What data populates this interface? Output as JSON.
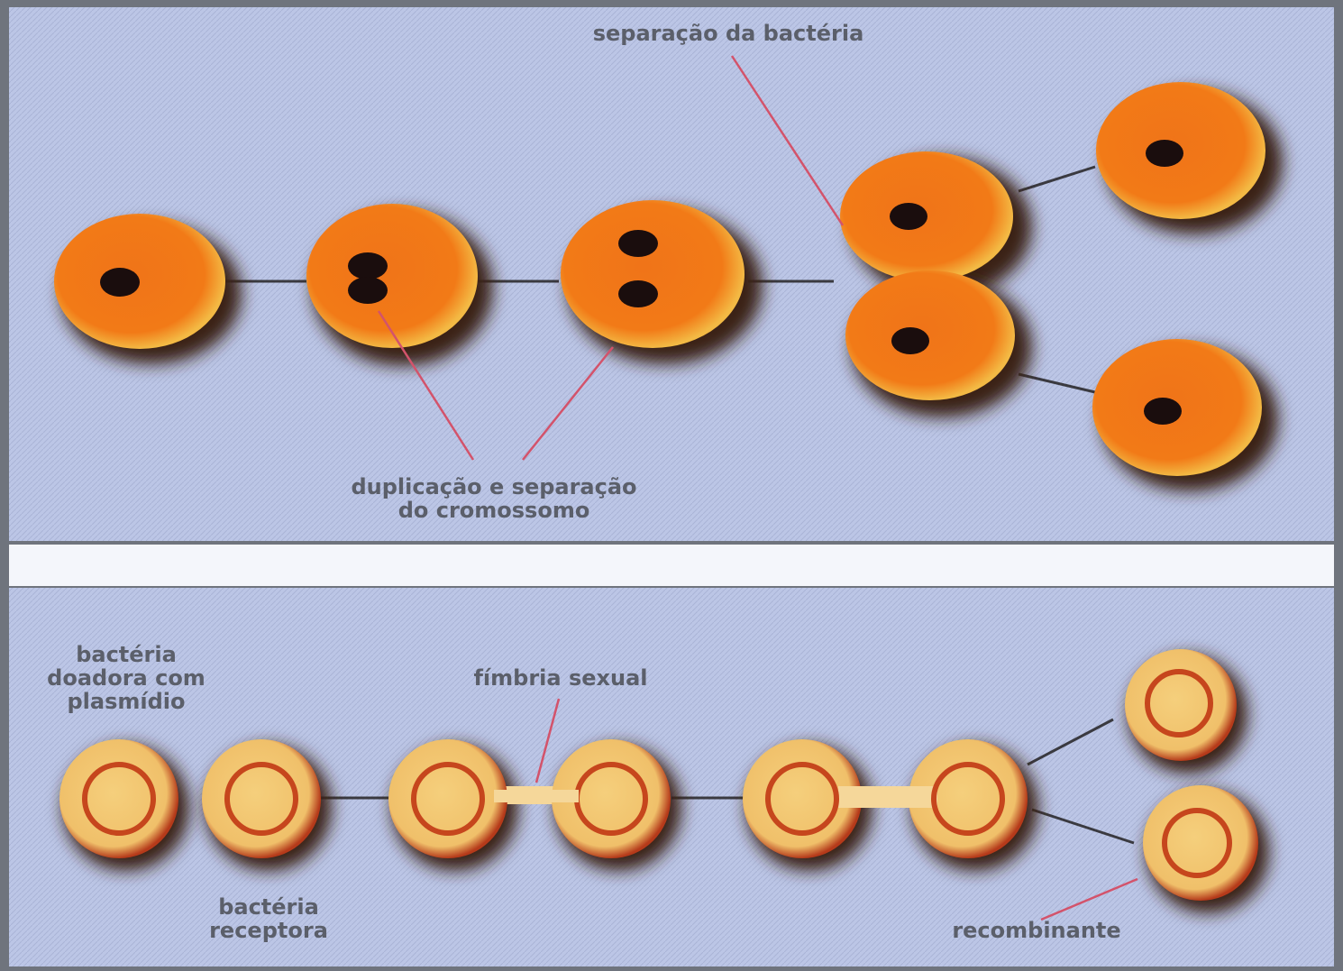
{
  "colors": {
    "panel_background": "#bcc6e6",
    "separator": "#f4f6fb",
    "cytoplasm_orange": "#f27a17",
    "cell_rim": "#f3b944",
    "shadow": "#3a2416",
    "chromosome": "#1a0d0d",
    "conjugation_cell_fill": "#f5cf7c",
    "conjugation_cell_rim": "#b53a1a",
    "plasmid_ring": "#c6461d",
    "pointer_pink": "#d3536b",
    "connector": "#3a3a40",
    "label_text": "#5b5f6a"
  },
  "fission_panel": {
    "label_separation": "separação da bactéria",
    "label_duplication_line1": "duplicação e separação",
    "label_duplication_line2": "do cromossomo"
  },
  "conjugation_panel": {
    "label_donor_line1": "bactéria",
    "label_donor_line2": "doadora com",
    "label_donor_line3": "plasmídio",
    "label_pilus": "fímbria sexual",
    "label_receptor_line1": "bactéria",
    "label_receptor_line2": "receptora",
    "label_recombinant": "recombinante"
  }
}
